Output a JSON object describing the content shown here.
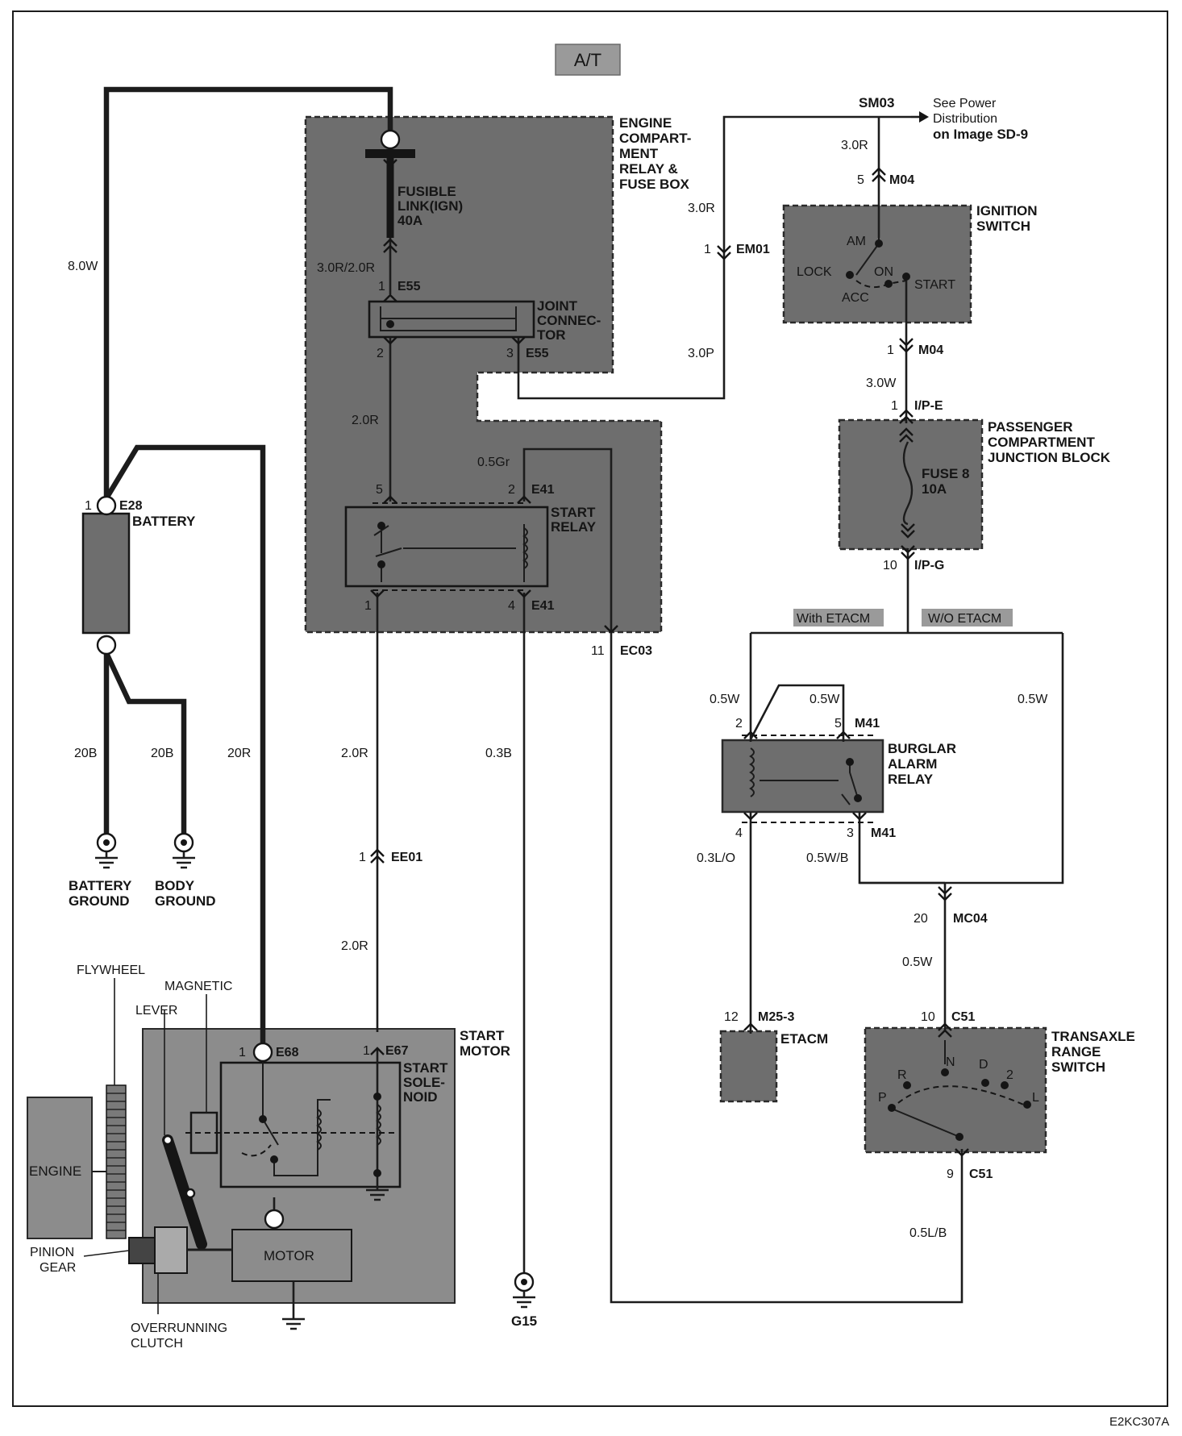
{
  "header": {
    "title": "A/T",
    "figure_code": "E2KC307A"
  },
  "components": {
    "fuse_box": "ENGINE COMPART- MENT RELAY & FUSE BOX",
    "fusible_link": "FUSIBLE LINK(IGN) 40A",
    "joint_connector": "JOINT CONNEC- TOR",
    "start_relay": "START RELAY",
    "battery": "BATTERY",
    "battery_ground": "BATTERY GROUND",
    "body_ground": "BODY GROUND",
    "ignition_switch": "IGNITION SWITCH",
    "junction_block": "PASSENGER COMPARTMENT JUNCTION BLOCK",
    "fuse8": "FUSE 8 10A",
    "burglar_relay": "BURGLAR ALARM RELAY",
    "etacm": "ETACM",
    "transaxle_switch": "TRANSAXLE RANGE SWITCH",
    "start_motor": "START MOTOR",
    "start_solenoid": "START SOLE- NOID",
    "motor": "MOTOR",
    "engine": "ENGINE",
    "flywheel": "FLYWHEEL",
    "magnetic": "MAGNETIC",
    "lever": "LEVER",
    "pinion_gear": "PINION GEAR",
    "overrunning_clutch": "OVERRUNNING CLUTCH",
    "ground_g15": "G15"
  },
  "power_note": {
    "splice": "SM03",
    "text": [
      "See Power",
      "Distribution",
      "on Image SD-9"
    ]
  },
  "ignition_positions": [
    "AM",
    "LOCK",
    "ON",
    "ACC",
    "START"
  ],
  "range_positions": [
    "R",
    "N",
    "D",
    "2",
    "L",
    "P"
  ],
  "tags": {
    "with_etacm": "With ETACM",
    "wo_etacm": "W/O ETACM"
  },
  "connectors": {
    "e55_1": "E55",
    "e55_3": "E55",
    "e41_2": "E41",
    "e41_4": "E41",
    "ec03": "EC03",
    "em01": "EM01",
    "m04_5": "M04",
    "m04_1": "M04",
    "ip_e": "I/P-E",
    "ip_g": "I/P-G",
    "m41_5": "M41",
    "m41_3": "M41",
    "mc04": "MC04",
    "m25": "M25-3",
    "c51_10": "C51",
    "c51_9": "C51",
    "e28": "E28",
    "e68": "E68",
    "e67": "E67",
    "ee01": "EE01"
  },
  "pins": {
    "e55_1": "1",
    "e55_2": "2",
    "e55_3": "3",
    "relay_5": "5",
    "e41_2": "2",
    "relay_1": "1",
    "e41_4": "4",
    "ec03": "11",
    "em01": "1",
    "m04_5": "5",
    "m04_1": "1",
    "ip_e": "1",
    "ip_g": "10",
    "m41_2": "2",
    "m41_5": "5",
    "m41_4": "4",
    "m41_3": "3",
    "mc04": "20",
    "m25": "12",
    "c51_10": "10",
    "c51_9": "9",
    "e28": "1",
    "e68": "1",
    "e67": "1",
    "ee01": "1"
  },
  "wires": {
    "w_8_0W": "8.0W",
    "w_3_0R_2_0R": "3.0R/2.0R",
    "w_2_0R_a": "2.0R",
    "w_0_5Gr": "0.5Gr",
    "w_20B_a": "20B",
    "w_20B_b": "20B",
    "w_20R": "20R",
    "w_2_0R_b": "2.0R",
    "w_0_3B": "0.3B",
    "w_2_0R_c": "2.0R",
    "w_3_0R_a": "3.0R",
    "w_3_0R_b": "3.0R",
    "w_3_0P": "3.0P",
    "w_3_0W": "3.0W",
    "w_0_5W_a": "0.5W",
    "w_0_5W_b": "0.5W",
    "w_0_5W_c": "0.5W",
    "w_0_3LO": "0.3L/O",
    "w_0_5WB": "0.5W/B",
    "w_0_5W_d": "0.5W",
    "w_0_5LB": "0.5L/B"
  }
}
